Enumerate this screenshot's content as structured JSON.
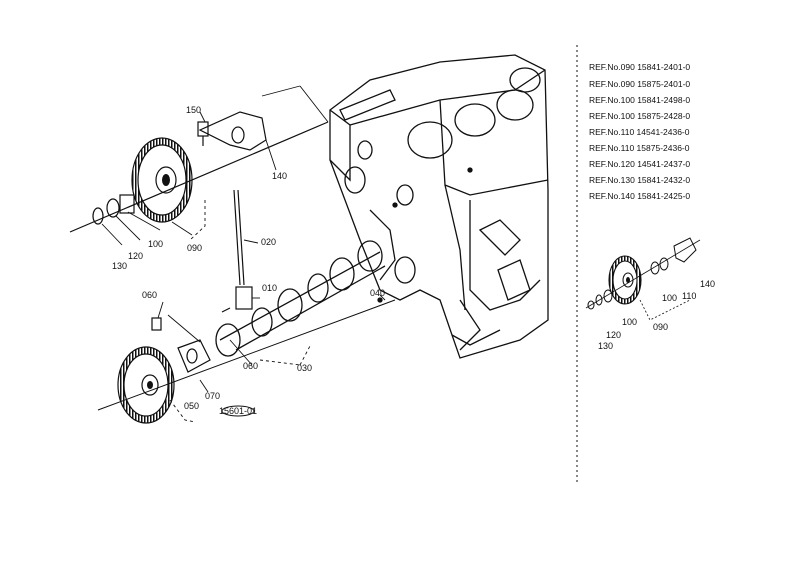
{
  "diagram": {
    "callouts": {
      "p090_top": "090",
      "p100_top": "100",
      "p120_top": "120",
      "p130_top": "130",
      "p140_top": "140",
      "p150": "150",
      "p020": "020",
      "p010": "010",
      "p060_left": "060",
      "p060_bottom": "060",
      "p070": "070",
      "p050": "050",
      "p030": "030",
      "p040": "040",
      "stamp": "15601-01"
    },
    "inset_callouts": {
      "p140": "140",
      "p110": "110",
      "p100_right": "100",
      "p090": "090",
      "p100_left": "100",
      "p120": "120",
      "p130": "130"
    }
  },
  "reference_list": [
    "REF.No.090  15841-2401-0",
    "REF.No.090  15875-2401-0",
    "REF.No.100  15841-2498-0",
    "REF.No.100  15875-2428-0",
    "REF.No.110  14541-2436-0",
    "REF.No.110  15875-2436-0",
    "REF.No.120  14541-2437-0",
    "REF.No.130  15841-2432-0",
    "REF.No.140  15841-2425-0"
  ]
}
